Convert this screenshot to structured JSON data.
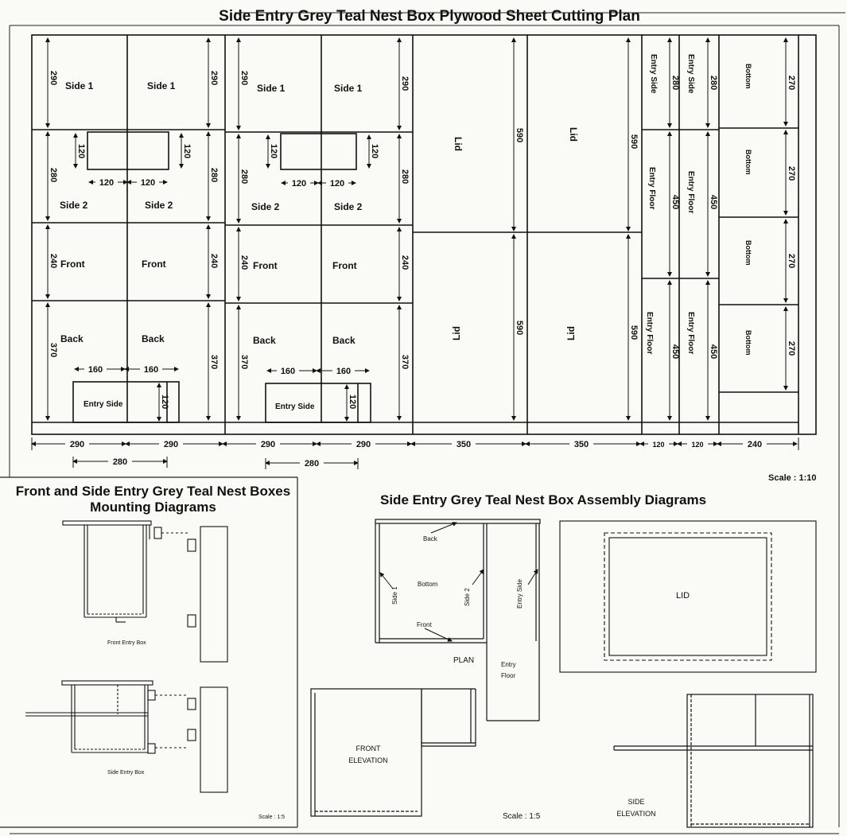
{
  "titles": {
    "main": "Side Entry Grey Teal Nest Box  Plywood Sheet Cutting Plan",
    "mounting_line1": "Front and Side Entry Grey Teal Nest Boxes",
    "mounting_line2": "Mounting Diagrams",
    "assembly": "Side Entry Grey Teal Nest Box  Assembly Diagrams"
  },
  "cutting_plan": {
    "parts": {
      "side1": "Side 1",
      "side2": "Side 2",
      "front": "Front",
      "back": "Back",
      "entry_side": "Entry Side",
      "lid": "Lid",
      "entry_floor": "Entry Floor",
      "bottom": "Bottom"
    },
    "dims": {
      "d290": "290",
      "d280": "280",
      "d240": "240",
      "d370": "370",
      "d120": "120",
      "d160": "160",
      "d590": "590",
      "d350": "350",
      "d270": "270",
      "d450": "450"
    },
    "scale": "Scale : 1:10"
  },
  "mounting": {
    "front_caption": "Front Entry Box",
    "side_caption": "Side Entry Box",
    "scale": "Scale : 1:5"
  },
  "assembly": {
    "labels": {
      "back": "Back",
      "bottom": "Bottom",
      "side1": "Side 1",
      "side2": "Side 2",
      "entry_side": "Entry Side",
      "front": "Front",
      "plan": "PLAN",
      "entry_floor_line1": "Entry",
      "entry_floor_line2": "Floor",
      "lid": "LID",
      "front_elev_line1": "FRONT",
      "front_elev_line2": "ELEVATION",
      "side_elev_line1": "SIDE",
      "side_elev_line2": "ELEVATION"
    },
    "scale": "Scale : 1:5"
  }
}
